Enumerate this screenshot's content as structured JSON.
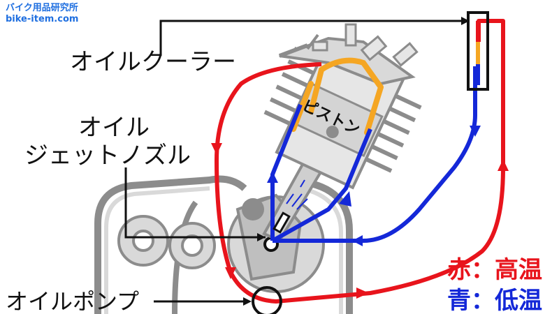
{
  "brand": {
    "name": "バイク用品研究所",
    "url": "bike-item.com"
  },
  "labels": {
    "oil_cooler": "オイルクーラー",
    "oil_jet_nozzle_line1": "オイル",
    "oil_jet_nozzle_line2": "ジェットノズル",
    "piston": "ピストン",
    "oil_pump": "オイルポンプ"
  },
  "legend": {
    "hot_label": "赤：高温",
    "cold_label": "青：低温"
  },
  "colors": {
    "hot": "#e8141c",
    "cold": "#1428d8",
    "warm": "#f5a623",
    "engine_fill": "#d9d9d9",
    "engine_stroke": "#8c8c8c"
  }
}
